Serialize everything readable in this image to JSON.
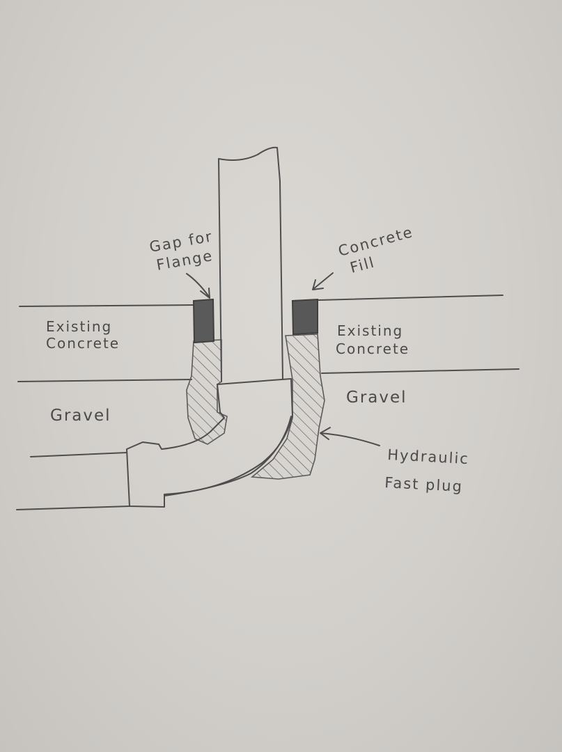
{
  "labels": {
    "gap_line1": "Gap for",
    "gap_line2": "Flange",
    "fill_line1": "Concrete",
    "fill_line2": "Fill",
    "existing_left_1": "Existing",
    "existing_left_2": "Concrete",
    "existing_right_1": "Existing",
    "existing_right_2": "Concrete",
    "gravel_left": "Gravel",
    "gravel_right": "Gravel",
    "plug_line1": "Hydraulic",
    "plug_line2": "Fast plug"
  },
  "colors": {
    "paper": "#d3d0cc",
    "pencil": "#4d4d4d",
    "shade": "#555555"
  }
}
